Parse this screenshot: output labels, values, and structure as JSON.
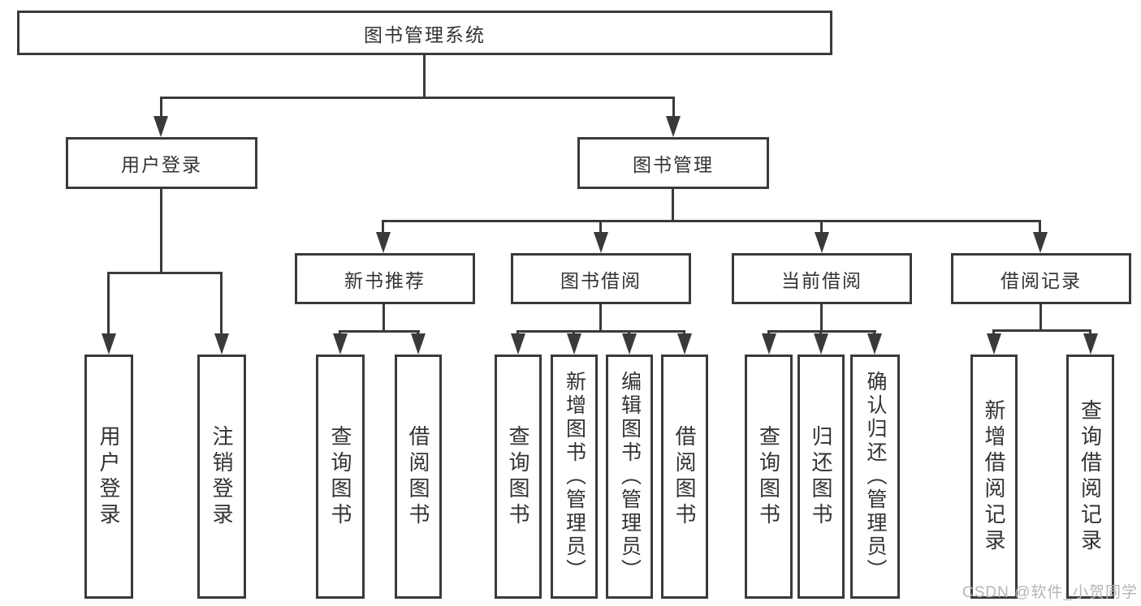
{
  "diagram": {
    "title": "图书管理系统",
    "watermark": "CSDN @软件_小贺同学",
    "colors": {
      "line": "#3a3a3a",
      "text": "#333333",
      "box_background": "#ffffff",
      "watermark": "#b5b5b5"
    },
    "nodes": {
      "root": "图书管理系统",
      "user_login": "用户登录",
      "book_management": "图书管理",
      "new_book_recommend": "新书推荐",
      "book_borrow": "图书借阅",
      "current_borrow": "当前借阅",
      "borrow_record": "借阅记录",
      "leaf_user_login": "用户登录",
      "leaf_logout": "注销登录",
      "recommend_query_book": "查询图书",
      "recommend_borrow_book": "借阅图书",
      "borrow_query_book": "查询图书",
      "borrow_add_book": "新增图书（管理员）",
      "borrow_edit_book": "编辑图书（管理员）",
      "borrow_borrow_book": "借阅图书",
      "current_query_book": "查询图书",
      "current_return_book": "归还图书",
      "current_confirm_return": "确认归还（管理员）",
      "record_add": "新增借阅记录",
      "record_query": "查询借阅记录"
    }
  }
}
